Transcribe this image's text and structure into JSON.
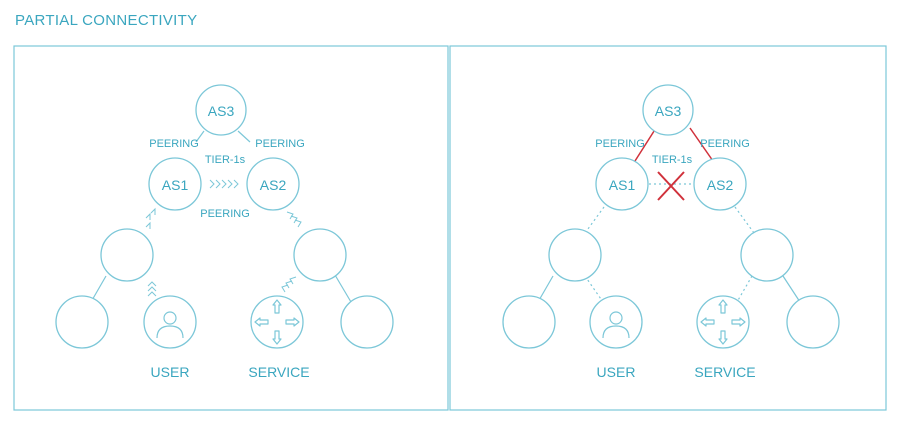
{
  "header": {
    "title": "PARTIAL CONNECTIVITY"
  },
  "labels": {
    "as3": "AS3",
    "as1": "AS1",
    "as2": "AS2",
    "peering": "PEERING",
    "tier1s": "TIER-1s",
    "user": "USER",
    "service": "SERVICE"
  },
  "colors": {
    "accent": "#3aa6bf",
    "line": "#7cc7d8",
    "failure": "#d0313b"
  },
  "icons": {
    "user": "user-icon",
    "service": "router-icon",
    "failure": "cross-mark-icon"
  }
}
